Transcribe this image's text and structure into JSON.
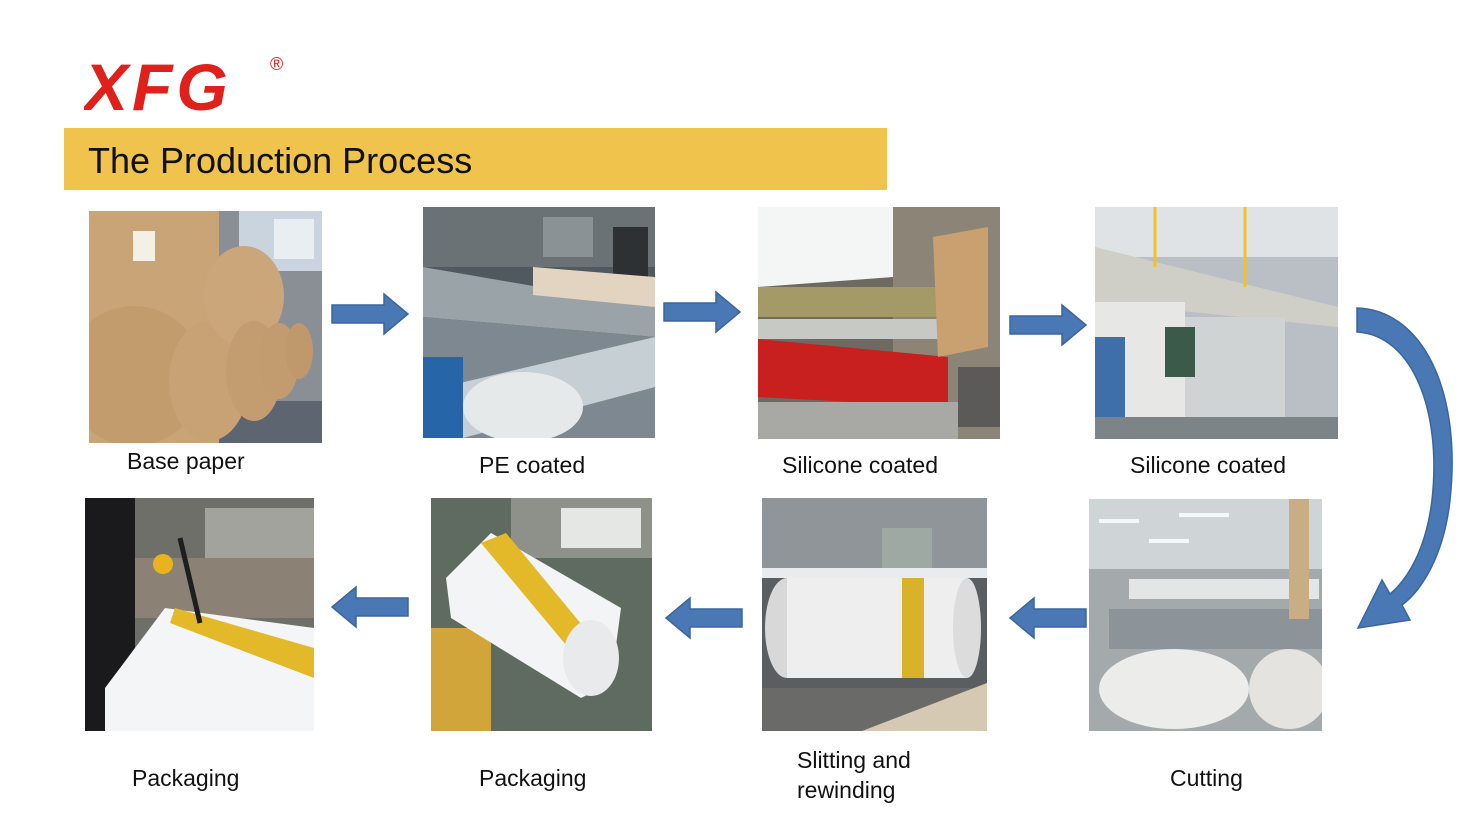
{
  "logo": {
    "text": "XFG",
    "mark": "®",
    "color": "#e0201a"
  },
  "banner": {
    "title": "The Production Process",
    "color": "#f0c44c"
  },
  "arrow_color": "#4a78b4",
  "steps": [
    {
      "caption": "Base paper"
    },
    {
      "caption": "PE coated"
    },
    {
      "caption": "Silicone coated"
    },
    {
      "caption": "Silicone coated"
    },
    {
      "caption": "Cutting"
    },
    {
      "caption_line1": "Slitting and",
      "caption_line2": "rewinding"
    },
    {
      "caption": "Packaging"
    },
    {
      "caption": "Packaging"
    }
  ]
}
